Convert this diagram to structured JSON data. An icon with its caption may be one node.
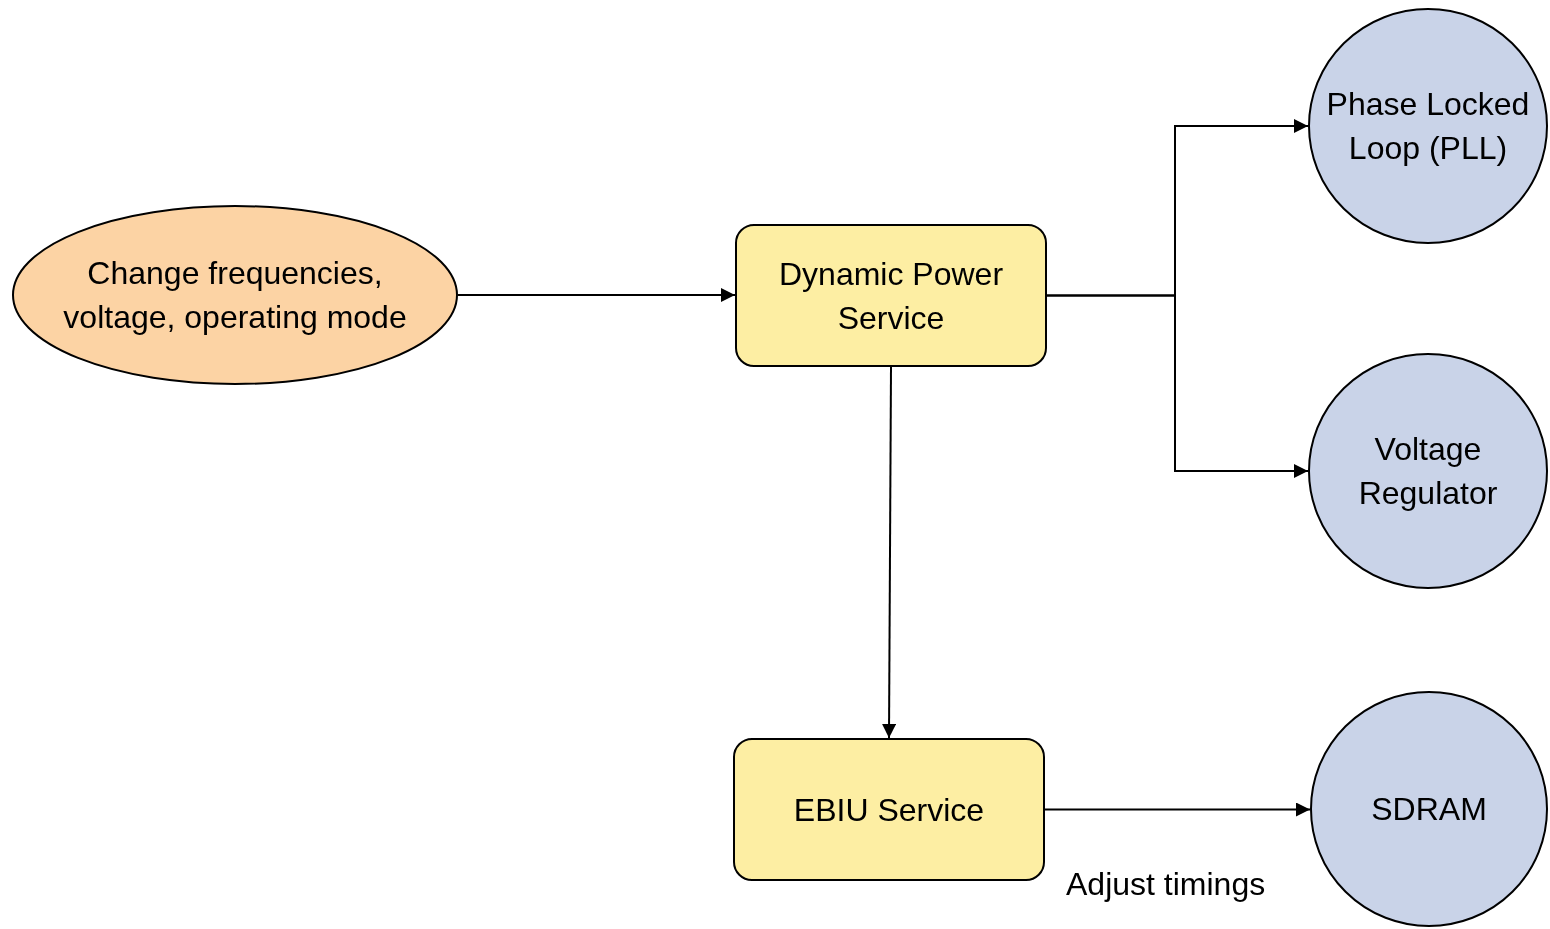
{
  "diagram": {
    "nodes": [
      {
        "text": [
          "Change frequencies, voltage, operating mode"
        ]
      },
      {
        "text": [
          "Dynamic Power Service"
        ]
      },
      {
        "text": [
          "Phase Locked Loop (PLL)"
        ]
      },
      {
        "text": [
          "Voltage Regulator"
        ]
      },
      {
        "text": [
          "EBIU Service"
        ]
      },
      {
        "text": [
          "SDRAM"
        ]
      }
    ],
    "edges": [
      {
        "from": 0,
        "to": 1,
        "arrow": "to"
      },
      {
        "from": 1,
        "to": 2,
        "arrow": "to"
      },
      {
        "from": 1,
        "to": 3,
        "arrow": "to"
      },
      {
        "from": 1,
        "to": 4,
        "arrow": "to"
      },
      {
        "from": 4,
        "to": 5,
        "arrow": "to",
        "label": "Adjust timings"
      }
    ]
  }
}
